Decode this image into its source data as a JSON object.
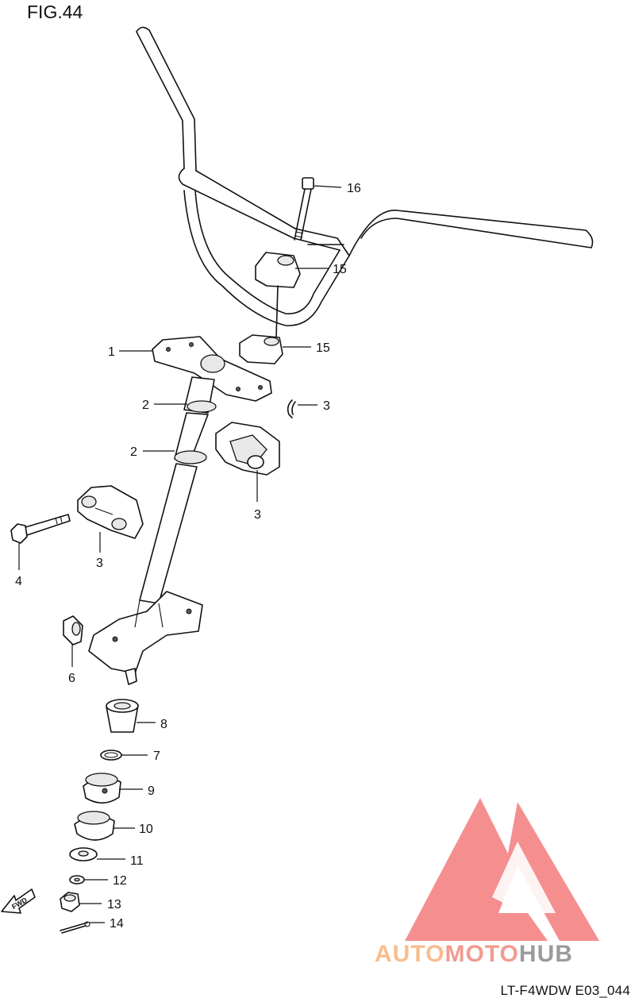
{
  "figure": {
    "title": "FIG.44",
    "code": "LT-F4WDW E03_044"
  },
  "direction_arrow": {
    "label": "FWD"
  },
  "callouts": [
    {
      "id": "16a",
      "label": "16"
    },
    {
      "id": "15a",
      "label": "15"
    },
    {
      "id": "15b",
      "label": "15"
    },
    {
      "id": "1",
      "label": "1"
    },
    {
      "id": "2a",
      "label": "2"
    },
    {
      "id": "3a",
      "label": "3"
    },
    {
      "id": "2b",
      "label": "2"
    },
    {
      "id": "3b",
      "label": "3"
    },
    {
      "id": "4",
      "label": "4"
    },
    {
      "id": "3c",
      "label": "3"
    },
    {
      "id": "6",
      "label": "6"
    },
    {
      "id": "8",
      "label": "8"
    },
    {
      "id": "7",
      "label": "7"
    },
    {
      "id": "9",
      "label": "9"
    },
    {
      "id": "10",
      "label": "10"
    },
    {
      "id": "11",
      "label": "11"
    },
    {
      "id": "12",
      "label": "12"
    },
    {
      "id": "13",
      "label": "13"
    },
    {
      "id": "14",
      "label": "14"
    }
  ],
  "watermark": {
    "parts": [
      "AUTO",
      "MOTO",
      "HUB"
    ],
    "colors": {
      "auto": "#f7b27a",
      "moto": "#f08a7e",
      "hub": "#8a8a8a",
      "mark": "#f26d6d"
    }
  }
}
